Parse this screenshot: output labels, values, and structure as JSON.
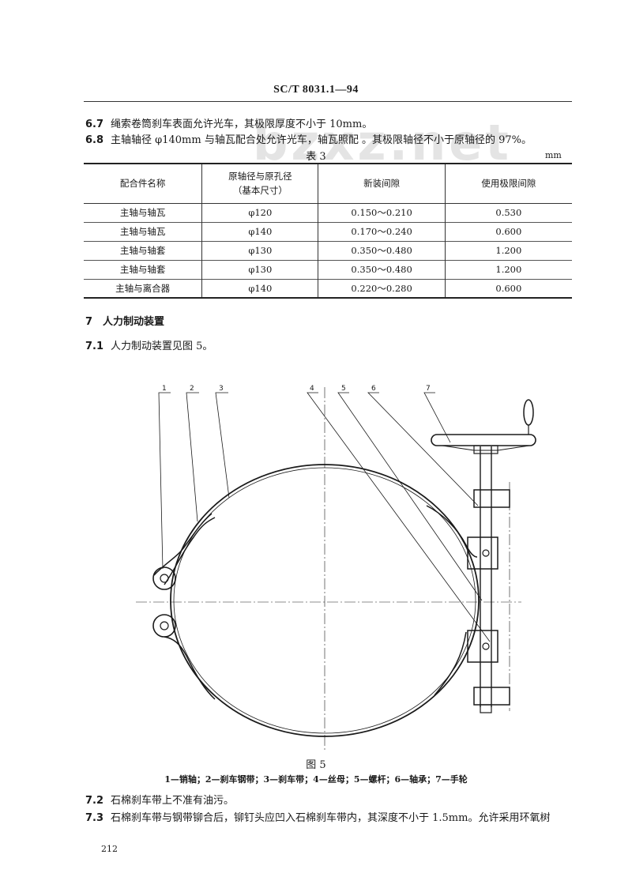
{
  "header": {
    "standard_code": "SC/T 8031.1—94"
  },
  "watermark": "bzxz.net",
  "sections": [
    {
      "num": "6.7",
      "text": "绳索卷筒刹车表面允许光车，其极限厚度不小于 10mm。"
    },
    {
      "num": "6.8",
      "text": "主轴轴径 φ140mm 与轴瓦配合处允许光车，轴瓦照配 。其极限轴径不小于原轴径的 97%。"
    }
  ],
  "table": {
    "caption": "表 3",
    "unit": "mm",
    "headers": [
      "配合件名称",
      "原轴径与原孔径",
      "（基本尺寸）",
      "新装间隙",
      "使用极限间隙"
    ],
    "rows": [
      [
        "主轴与轴瓦",
        "φ120",
        "0.150～0.210",
        "0.530"
      ],
      [
        "主轴与轴瓦",
        "φ140",
        "0.170～0.240",
        "0.600"
      ],
      [
        "主轴与轴套",
        "φ130",
        "0.350～0.480",
        "1.200"
      ],
      [
        "主轴与轴套",
        "φ130",
        "0.350～0.480",
        "1.200"
      ],
      [
        "主轴与离合器",
        "φ140",
        "0.220～0.280",
        "0.600"
      ]
    ]
  },
  "section7": {
    "heading_num": "7",
    "heading": "人力制动装置",
    "s71_num": "7.1",
    "s71": "人力制动装置见图 5。"
  },
  "figure": {
    "callouts": [
      "1",
      "2",
      "3",
      "4",
      "5",
      "6",
      "7"
    ],
    "title": "图 5",
    "legend": "1—销轴；2—刹车钢带；3—刹车带；4—丝母；5—螺杆；6—轴承；7—手轮"
  },
  "section7_cont": [
    {
      "num": "7.2",
      "text": "石棉刹车带上不准有油污。"
    },
    {
      "num": "7.3",
      "text": "石棉刹车带与钢带铆合后，铆钉头应凹入石棉刹车带内，其深度不小于 1.5mm。允许采用环氧树"
    }
  ],
  "page_number": "212"
}
